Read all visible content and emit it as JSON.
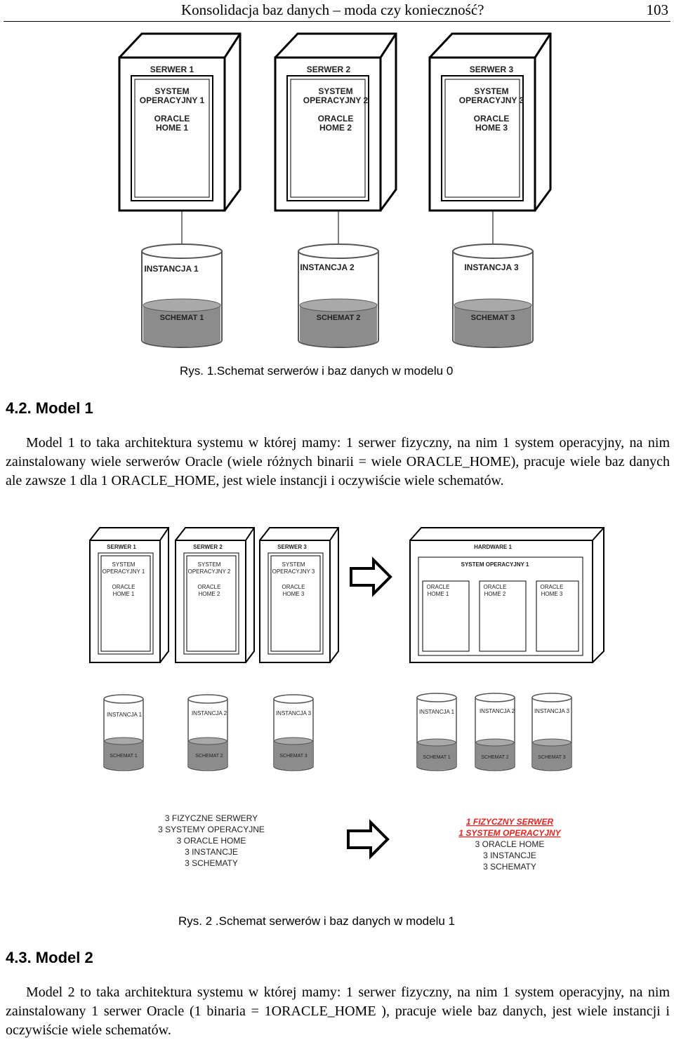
{
  "header": {
    "title": "Konsolidacja baz danych – moda czy konieczność?",
    "page_number": "103"
  },
  "figure1": {
    "servers": [
      {
        "server": "SERWER 1",
        "os": [
          "SYSTEM",
          "OPERACYJNY 1"
        ],
        "home": [
          "ORACLE",
          "HOME 1"
        ],
        "instance": "INSTANCJA 1",
        "schema": "SCHEMAT 1"
      },
      {
        "server": "SERWER 2",
        "os": [
          "SYSTEM",
          "OPERACYJNY 2"
        ],
        "home": [
          "ORACLE",
          "HOME 2"
        ],
        "instance": "INSTANCJA 2",
        "schema": "SCHEMAT 2"
      },
      {
        "server": "SERWER 3",
        "os": [
          "SYSTEM",
          "OPERACYJNY 3"
        ],
        "home": [
          "ORACLE",
          "HOME 3"
        ],
        "instance": "INSTANCJA 3",
        "schema": "SCHEMAT 3"
      }
    ],
    "caption": "Rys. 1.Schemat serwerów i baz danych w modelu 0"
  },
  "section1": {
    "heading": "4.2. Model 1",
    "paragraph": "Model 1 to taka architektura systemu w której mamy: 1 serwer fizyczny, na nim 1 system operacyjny, na nim zainstalowany wiele serwerów Oracle (wiele różnych binarii = wiele ORACLE_HOME), pracuje wiele baz danych ale zawsze 1 dla 1 ORACLE_HOME, jest wiele instancji i oczywiście wiele schematów."
  },
  "figure2": {
    "left_servers": [
      {
        "server": "SERWER 1",
        "os": [
          "SYSTEM",
          "OPERACYJNY 1"
        ],
        "home": [
          "ORACLE",
          "HOME 1"
        ]
      },
      {
        "server": "SERWER 2",
        "os": [
          "SYSTEM",
          "OPERACYJNY 2"
        ],
        "home": [
          "ORACLE",
          "HOME 2"
        ]
      },
      {
        "server": "SERWER 3",
        "os": [
          "SYSTEM",
          "OPERACYJNY 3"
        ],
        "home": [
          "ORACLE",
          "HOME 3"
        ]
      }
    ],
    "hardware": "HARDWARE 1",
    "hardware_os": "SYSTEM OPERACYJNY 1",
    "hardware_homes": [
      [
        "ORACLE",
        "HOME 1"
      ],
      [
        "ORACLE",
        "HOME 2"
      ],
      [
        "ORACLE",
        "HOME 3"
      ]
    ],
    "left_dbs": [
      {
        "instance": "INSTANCJA 1",
        "schema": "SCHEMAT 1"
      },
      {
        "instance": "INSTANCJA 2",
        "schema": "SCHEMAT 2"
      },
      {
        "instance": "INSTANCJA 3",
        "schema": "SCHEMAT 3"
      }
    ],
    "right_dbs": [
      {
        "instance": "INSTANCJA 1",
        "schema": "SCHEMAT 1"
      },
      {
        "instance": "INSTANCJA 2",
        "schema": "SCHEMAT 2"
      },
      {
        "instance": "INSTANCJA 3",
        "schema": "SCHEMAT 3"
      }
    ],
    "summary_left": [
      "3 FIZYCZNE SERWERY",
      "3 SYSTEMY OPERACYJNE",
      "3 ORACLE HOME",
      "3 INSTANCJE",
      "3 SCHEMATY"
    ],
    "summary_right_highlight": [
      "1 FIZYCZNY SERWER",
      "1 SYSTEM OPERACYJNY"
    ],
    "summary_right": [
      "3 ORACLE HOME",
      "3 INSTANCJE",
      "3 SCHEMATY"
    ],
    "highlight_color": "#e8231f",
    "caption": "Rys. 2 .Schemat serwerów i baz danych w modelu 1"
  },
  "section2": {
    "heading": "4.3. Model 2",
    "paragraph": "Model 2 to taka architektura systemu w której mamy: 1 serwer fizyczny, na nim 1 system operacyjny, na nim zainstalowany 1 serwer Oracle (1 binaria = 1ORACLE_HOME ), pracuje wiele baz danych, jest wiele instancji i oczywiście wiele schematów."
  }
}
